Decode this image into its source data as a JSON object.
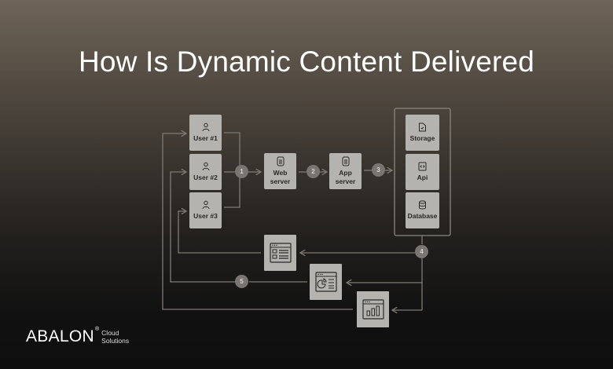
{
  "title": "How Is Dynamic Content Delivered",
  "users": [
    {
      "label": "User #1"
    },
    {
      "label": "User #2"
    },
    {
      "label": "User #3"
    }
  ],
  "web_server": {
    "line1": "Web",
    "line2": "server"
  },
  "app_server": {
    "line1": "App",
    "line2": "server"
  },
  "backend": [
    {
      "label": "Storage",
      "icon": "folder-icon"
    },
    {
      "label": "Api",
      "icon": "code-icon"
    },
    {
      "label": "Database",
      "icon": "database-icon"
    }
  ],
  "steps": [
    "1",
    "2",
    "3",
    "4",
    "5"
  ],
  "pages": [
    {
      "icon": "page-list-icon"
    },
    {
      "icon": "page-pie-chart-icon"
    },
    {
      "icon": "page-bar-chart-icon"
    }
  ],
  "brand": {
    "name": "ABALON",
    "reg": "®",
    "sub1": "Cloud",
    "sub2": "Solutions"
  }
}
